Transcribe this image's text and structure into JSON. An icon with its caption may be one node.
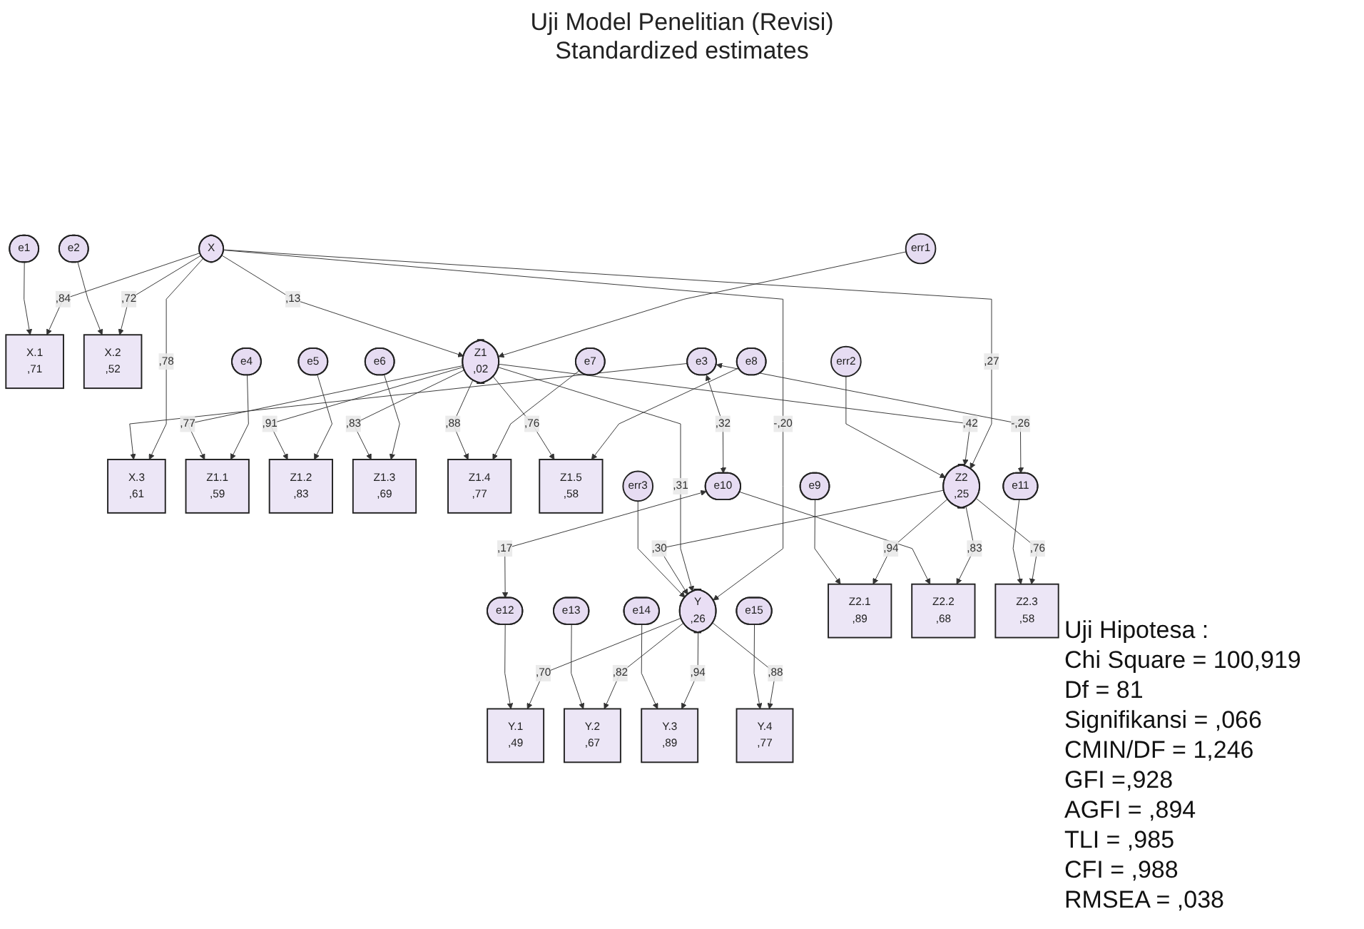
{
  "diagram": {
    "title": "Uji Model Penelitian (Revisi)",
    "nodes": [
      {
        "text": [
          "e4"
        ]
      },
      {
        "text": [
          "e5"
        ]
      },
      {
        "text": [
          "e6"
        ]
      },
      {
        "text": [
          "e7"
        ]
      },
      {
        "text": [
          "e8"
        ]
      },
      {
        "text": [
          "Z1.1",
          ",59"
        ]
      },
      {
        "text": [
          "Z1.2",
          ",83"
        ]
      },
      {
        "text": [
          "Z1.3",
          ",69"
        ]
      },
      {
        "text": [
          "Z1.4",
          ",77"
        ]
      },
      {
        "text": [
          "Z1.5",
          ",58"
        ]
      },
      {
        "text": [
          "Z1",
          ",02"
        ]
      },
      {
        "text": [
          "err1"
        ]
      },
      {
        "text": [
          "err3"
        ]
      },
      {
        "text": [
          "Y.1",
          ",49"
        ]
      },
      {
        "text": [
          "e12"
        ]
      },
      {
        "text": [
          "e1"
        ]
      },
      {
        "text": [
          "X.1",
          ",71"
        ]
      },
      {
        "text": [
          "Y.2",
          ",67"
        ]
      },
      {
        "text": [
          "e13"
        ]
      },
      {
        "text": [
          "e2"
        ]
      },
      {
        "text": [
          "X.2",
          ",52"
        ]
      },
      {
        "text": [
          "X"
        ]
      },
      {
        "text": [
          "Y",
          ",26"
        ]
      },
      {
        "text": [
          "Y.3",
          ",89"
        ]
      },
      {
        "text": [
          "e14"
        ]
      },
      {
        "text": [
          "e3"
        ]
      },
      {
        "text": [
          "X.3",
          ",61"
        ]
      },
      {
        "text": [
          "err2"
        ]
      },
      {
        "text": [
          "Y.4",
          ",77"
        ]
      },
      {
        "text": [
          "e15"
        ]
      },
      {
        "text": [
          "Z2",
          ",25"
        ]
      },
      {
        "text": [
          "Z2.1",
          ",89"
        ]
      },
      {
        "text": [
          "Z2.2",
          ",68"
        ]
      },
      {
        "text": [
          "Z2.3",
          ",58"
        ]
      },
      {
        "text": [
          "e9"
        ]
      },
      {
        "text": [
          "e10"
        ]
      },
      {
        "text": [
          "e11"
        ]
      }
    ],
    "edges": [
      {
        "from": 0,
        "to": 5,
        "arrow": "to"
      },
      {
        "from": 1,
        "to": 6,
        "arrow": "to"
      },
      {
        "from": 2,
        "to": 7,
        "arrow": "to"
      },
      {
        "from": 3,
        "to": 8,
        "arrow": "to"
      },
      {
        "from": 4,
        "to": 9,
        "arrow": "to"
      },
      {
        "from": 10,
        "to": 5,
        "arrow": "to",
        "label": ",77"
      },
      {
        "from": 10,
        "to": 6,
        "arrow": "to",
        "label": ",91"
      },
      {
        "from": 10,
        "to": 7,
        "arrow": "to",
        "label": ",83"
      },
      {
        "from": 10,
        "to": 8,
        "arrow": "to",
        "label": ",88"
      },
      {
        "from": 10,
        "to": 9,
        "arrow": "to",
        "label": ",76"
      },
      {
        "from": 11,
        "to": 10,
        "arrow": "to"
      },
      {
        "from": 21,
        "to": 10,
        "arrow": "to",
        "label": ",13"
      },
      {
        "from": 21,
        "to": 30,
        "arrow": "to",
        "label": ",27"
      },
      {
        "from": 21,
        "to": 22,
        "arrow": "to",
        "label": "-,20"
      },
      {
        "from": 10,
        "to": 30,
        "arrow": "to",
        "label": ",42"
      },
      {
        "from": 10,
        "to": 22,
        "arrow": "to",
        "label": ",31"
      },
      {
        "from": 30,
        "to": 22,
        "arrow": "to",
        "label": ",30"
      },
      {
        "from": 27,
        "to": 30,
        "arrow": "to"
      },
      {
        "from": 12,
        "to": 22,
        "arrow": "to"
      },
      {
        "from": 21,
        "to": 16,
        "arrow": "to",
        "label": ",84"
      },
      {
        "from": 21,
        "to": 20,
        "arrow": "to",
        "label": ",72"
      },
      {
        "from": 21,
        "to": 26,
        "arrow": "to",
        "label": ",78"
      },
      {
        "from": 15,
        "to": 16,
        "arrow": "to"
      },
      {
        "from": 19,
        "to": 20,
        "arrow": "to"
      },
      {
        "from": 25,
        "to": 26,
        "arrow": "to"
      },
      {
        "from": 22,
        "to": 13,
        "arrow": "to",
        "label": ",70"
      },
      {
        "from": 22,
        "to": 17,
        "arrow": "to",
        "label": ",82"
      },
      {
        "from": 22,
        "to": 23,
        "arrow": "to",
        "label": ",94"
      },
      {
        "from": 22,
        "to": 28,
        "arrow": "to",
        "label": ",88"
      },
      {
        "from": 14,
        "to": 13,
        "arrow": "to"
      },
      {
        "from": 18,
        "to": 17,
        "arrow": "to"
      },
      {
        "from": 24,
        "to": 23,
        "arrow": "to"
      },
      {
        "from": 29,
        "to": 28,
        "arrow": "to"
      },
      {
        "from": 30,
        "to": 31,
        "arrow": "to",
        "label": ",94"
      },
      {
        "from": 30,
        "to": 32,
        "arrow": "to",
        "label": ",83"
      },
      {
        "from": 30,
        "to": 33,
        "arrow": "to",
        "label": ",76"
      },
      {
        "from": 34,
        "to": 31,
        "arrow": "to"
      },
      {
        "from": 35,
        "to": 32,
        "arrow": "to"
      },
      {
        "from": 36,
        "to": 33,
        "arrow": "to"
      },
      {
        "from": 25,
        "to": 35,
        "arrow": "both",
        "label": ",32"
      },
      {
        "from": 25,
        "to": 36,
        "arrow": "both",
        "label": "-,26"
      },
      {
        "from": 35,
        "to": 14,
        "arrow": "both",
        "label": ",17"
      }
    ],
    "labels": [
      "Standardized estimates",
      "Uji Hipotesa :",
      "Chi Square = 100,919",
      "Df = 81",
      "Signifikansi = ,066",
      "CMIN/DF = 1,246",
      "GFI =,928",
      "AGFI = ,894",
      "TLI = ,985",
      "CFI = ,988",
      "RMSEA = ,038"
    ]
  }
}
